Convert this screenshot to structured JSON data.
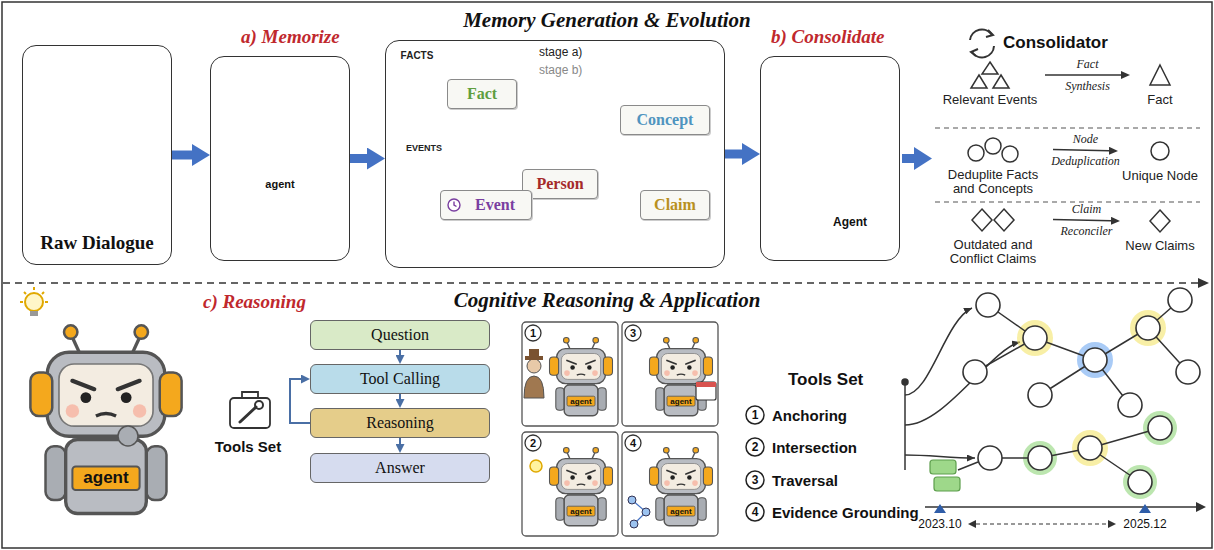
{
  "diagram": {
    "nodes": [
      {
        "text": [
          "Raw Dialogue"
        ]
      },
      {
        "text": [
          "a) Memorize"
        ]
      },
      {
        "text": [
          "stage a)",
          "stage b)"
        ]
      },
      {
        "text": [
          "Fact"
        ],
        "in": 2
      },
      {
        "text": [
          "Concept"
        ],
        "in": 2
      },
      {
        "text": [
          "Person"
        ],
        "in": 2
      },
      {
        "text": [
          "Event"
        ],
        "in": 2
      },
      {
        "text": [
          "Claim"
        ],
        "in": 2
      },
      {
        "text": [
          "b) Consolidate"
        ]
      },
      {
        "text": [
          "Relevant Events"
        ]
      },
      {
        "text": [
          "Fact"
        ]
      },
      {
        "text": [
          "Deduplite Facts and Concepts"
        ]
      },
      {
        "text": [
          "Unique Node"
        ]
      },
      {
        "text": [
          "Outdated and Conflict Claims"
        ]
      },
      {
        "text": [
          "New Claims"
        ]
      },
      {
        "text": [
          "Question"
        ]
      },
      {
        "text": [
          "Tool Calling"
        ]
      },
      {
        "text": [
          "Reasoning"
        ]
      },
      {
        "text": [
          "Answer"
        ]
      }
    ],
    "edges": [
      {
        "from": 0,
        "to": 1,
        "arrow": "to"
      },
      {
        "from": 1,
        "to": 2,
        "arrow": "to"
      },
      {
        "from": 2,
        "to": 8,
        "arrow": "to"
      },
      {
        "from": 6,
        "to": 3,
        "arrow": "to"
      },
      {
        "from": 9,
        "to": 10,
        "label": "Fact Synthesis",
        "arrow": "to"
      },
      {
        "from": 11,
        "to": 12,
        "label": "Node Deduplication",
        "arrow": "to"
      },
      {
        "from": 13,
        "to": 14,
        "label": "Claim Reconciler",
        "arrow": "to"
      },
      {
        "from": 15,
        "to": 16,
        "arrow": "to"
      },
      {
        "from": 16,
        "to": 17,
        "arrow": "to"
      },
      {
        "from": 17,
        "to": 18,
        "arrow": "to"
      },
      {
        "from": 17,
        "to": 16,
        "arrow": "to"
      }
    ],
    "labels": [
      "Memory Generation & Evolution",
      "agent",
      "FACTS",
      "EVENTS",
      "Agent",
      "Consolidator",
      "Cognitive Reasoning & Application",
      "c) Reasoning",
      "agent",
      "Tools Set",
      "1",
      "3",
      "2",
      "4",
      "agent",
      "agent",
      "agent",
      "agent",
      "Tools Set",
      "1",
      "Anchoring",
      "2",
      "Intersection",
      "3",
      "Traversal",
      "4",
      "Evidence Grounding",
      "2023.10",
      "2025.12"
    ]
  }
}
